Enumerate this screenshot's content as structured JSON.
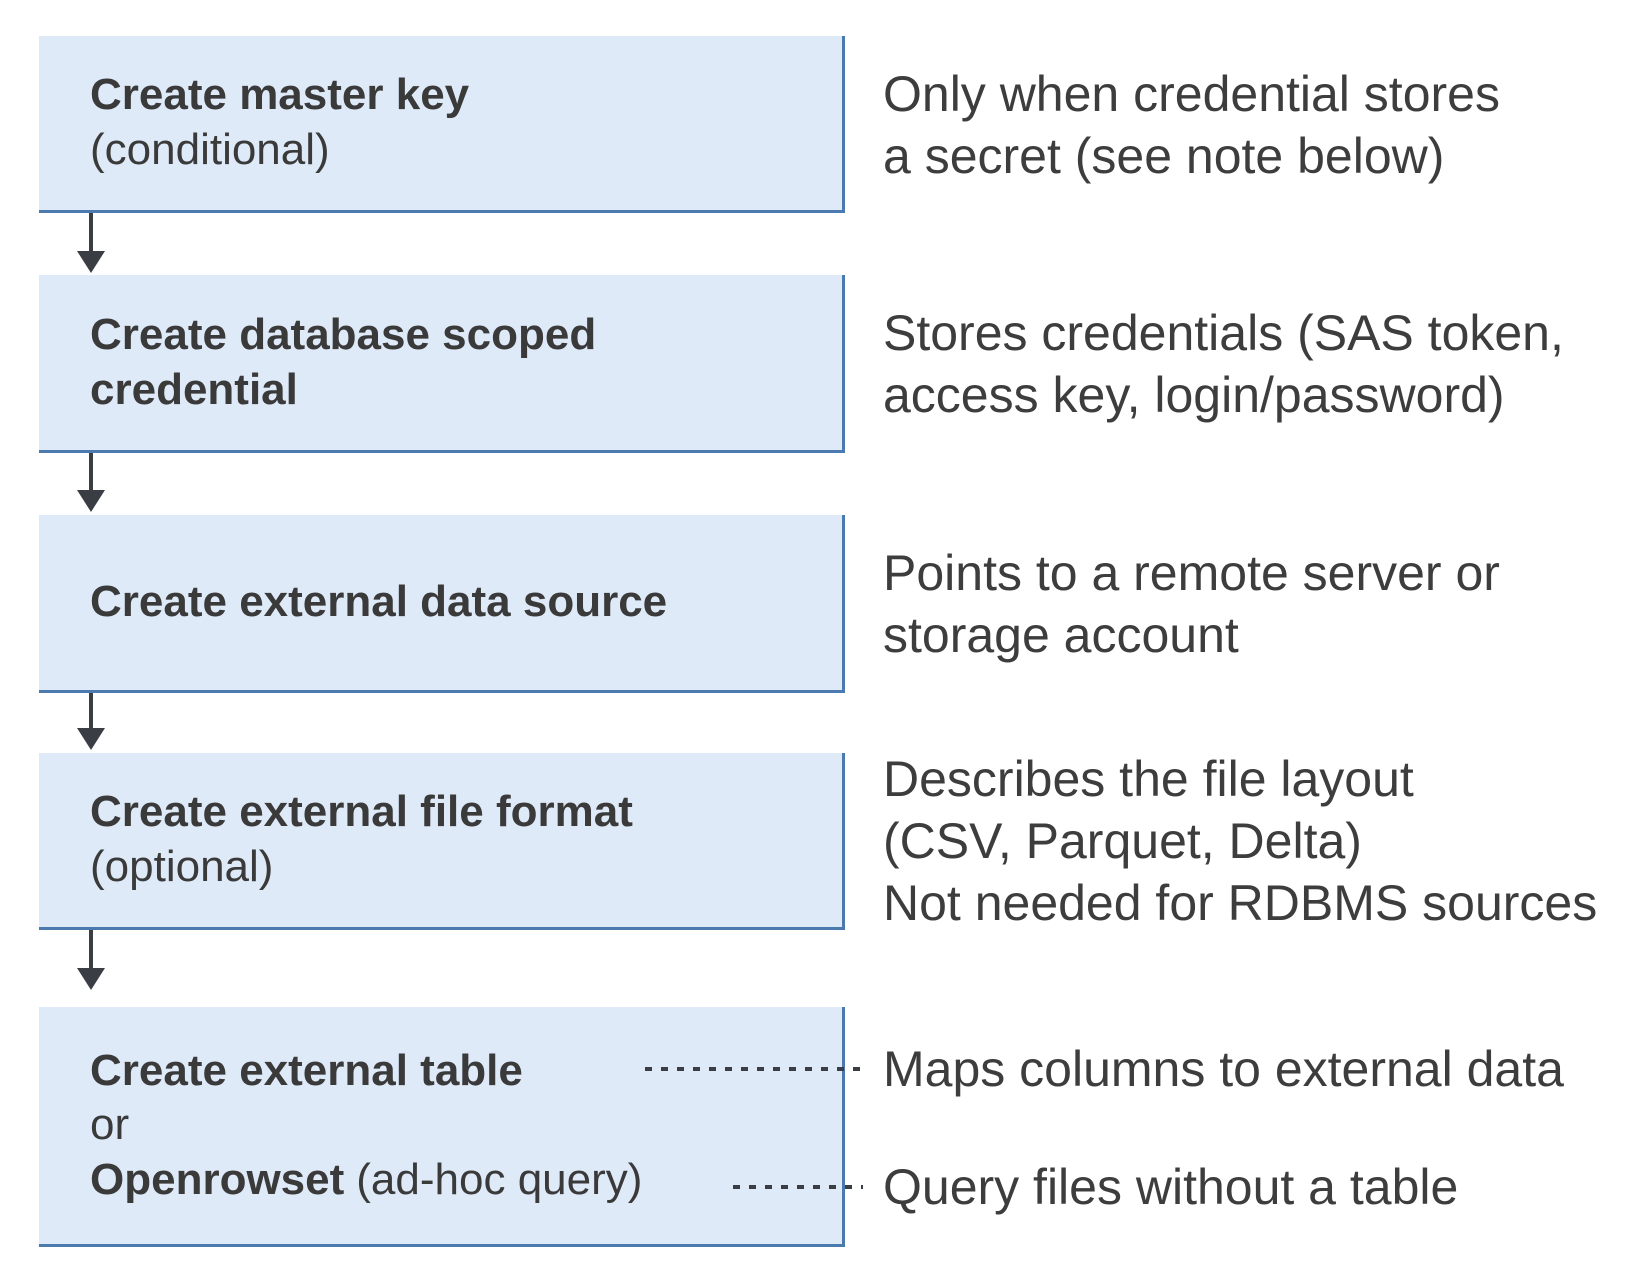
{
  "colors": {
    "box_fill": "#dfeaf9",
    "box_border": "#4b7bae",
    "arrow": "#3a3e44",
    "text": "#3a3a3a"
  },
  "steps": [
    {
      "title": "Create master key",
      "note": "(conditional)",
      "annotation": "Only when credential stores\na secret (see note below)"
    },
    {
      "title": "Create database scoped\ncredential",
      "annotation": "Stores credentials (SAS token,\naccess key, login/password)"
    },
    {
      "title": "Create external data source",
      "annotation": "Points to a remote server or\nstorage account"
    },
    {
      "title": "Create external file format",
      "note": "(optional)",
      "annotation": "Describes the file layout\n(CSV, Parquet, Delta)\nNot needed for RDBMS sources"
    },
    {
      "title": "Create external table",
      "or_label": "or",
      "alt_title": "Openrowset",
      "alt_note": "(ad-hoc query)",
      "annotation_table": "Maps columns to external data",
      "annotation_openrowset": "Query files without a table"
    }
  ]
}
